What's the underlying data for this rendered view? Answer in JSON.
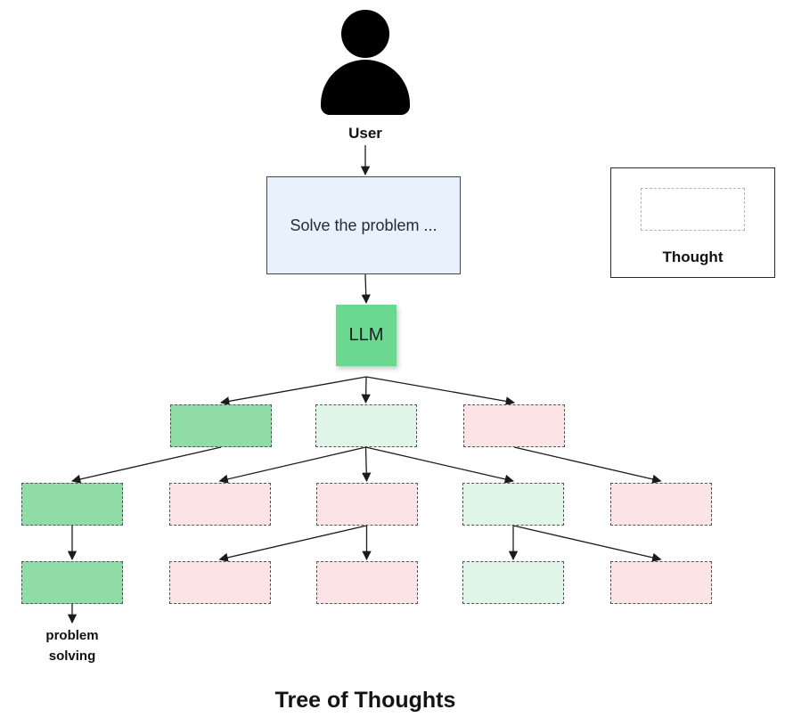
{
  "title": "Tree of Thoughts",
  "user": {
    "label": "User"
  },
  "prompt": {
    "text": "Solve the problem ..."
  },
  "llm": {
    "label": "LLM"
  },
  "legend": {
    "label": "Thought"
  },
  "outcome": {
    "text": "problem solving"
  },
  "colors": {
    "prompt_fill": "#e8f1fc",
    "prompt_border": "#3f4654",
    "llm_fill": "#6bd890",
    "green": "#8fdca6",
    "light_green": "#def5e8",
    "pink": "#fce3e5",
    "node_border": "#555555",
    "arrow": "#1b1b1b",
    "legend_border": "#2a2a2a",
    "legend_dash": "#b4b4b4"
  },
  "tree": {
    "levels": [
      {
        "nodes": [
          {
            "color": "green"
          },
          {
            "color": "light_green"
          },
          {
            "color": "pink"
          }
        ]
      },
      {
        "nodes": [
          {
            "color": "green"
          },
          {
            "color": "pink"
          },
          {
            "color": "pink"
          },
          {
            "color": "light_green"
          },
          {
            "color": "pink"
          }
        ]
      },
      {
        "nodes": [
          {
            "color": "green"
          },
          {
            "color": "pink"
          },
          {
            "color": "pink"
          },
          {
            "color": "light_green"
          },
          {
            "color": "pink"
          }
        ]
      }
    ],
    "edges": [
      {
        "from": "user",
        "to": "prompt"
      },
      {
        "from": "prompt",
        "to": "llm"
      },
      {
        "from": "llm",
        "to": "n0_0"
      },
      {
        "from": "llm",
        "to": "n0_1"
      },
      {
        "from": "llm",
        "to": "n0_2"
      },
      {
        "from": "n0_0",
        "to": "n1_0"
      },
      {
        "from": "n0_1",
        "to": "n1_1"
      },
      {
        "from": "n0_1",
        "to": "n1_2"
      },
      {
        "from": "n0_1",
        "to": "n1_3"
      },
      {
        "from": "n0_2",
        "to": "n1_4"
      },
      {
        "from": "n1_0",
        "to": "n2_0"
      },
      {
        "from": "n1_2",
        "to": "n2_1"
      },
      {
        "from": "n1_2",
        "to": "n2_2"
      },
      {
        "from": "n1_3",
        "to": "n2_3"
      },
      {
        "from": "n1_3",
        "to": "n2_4"
      },
      {
        "from": "n2_0",
        "to": "outcome"
      }
    ]
  }
}
